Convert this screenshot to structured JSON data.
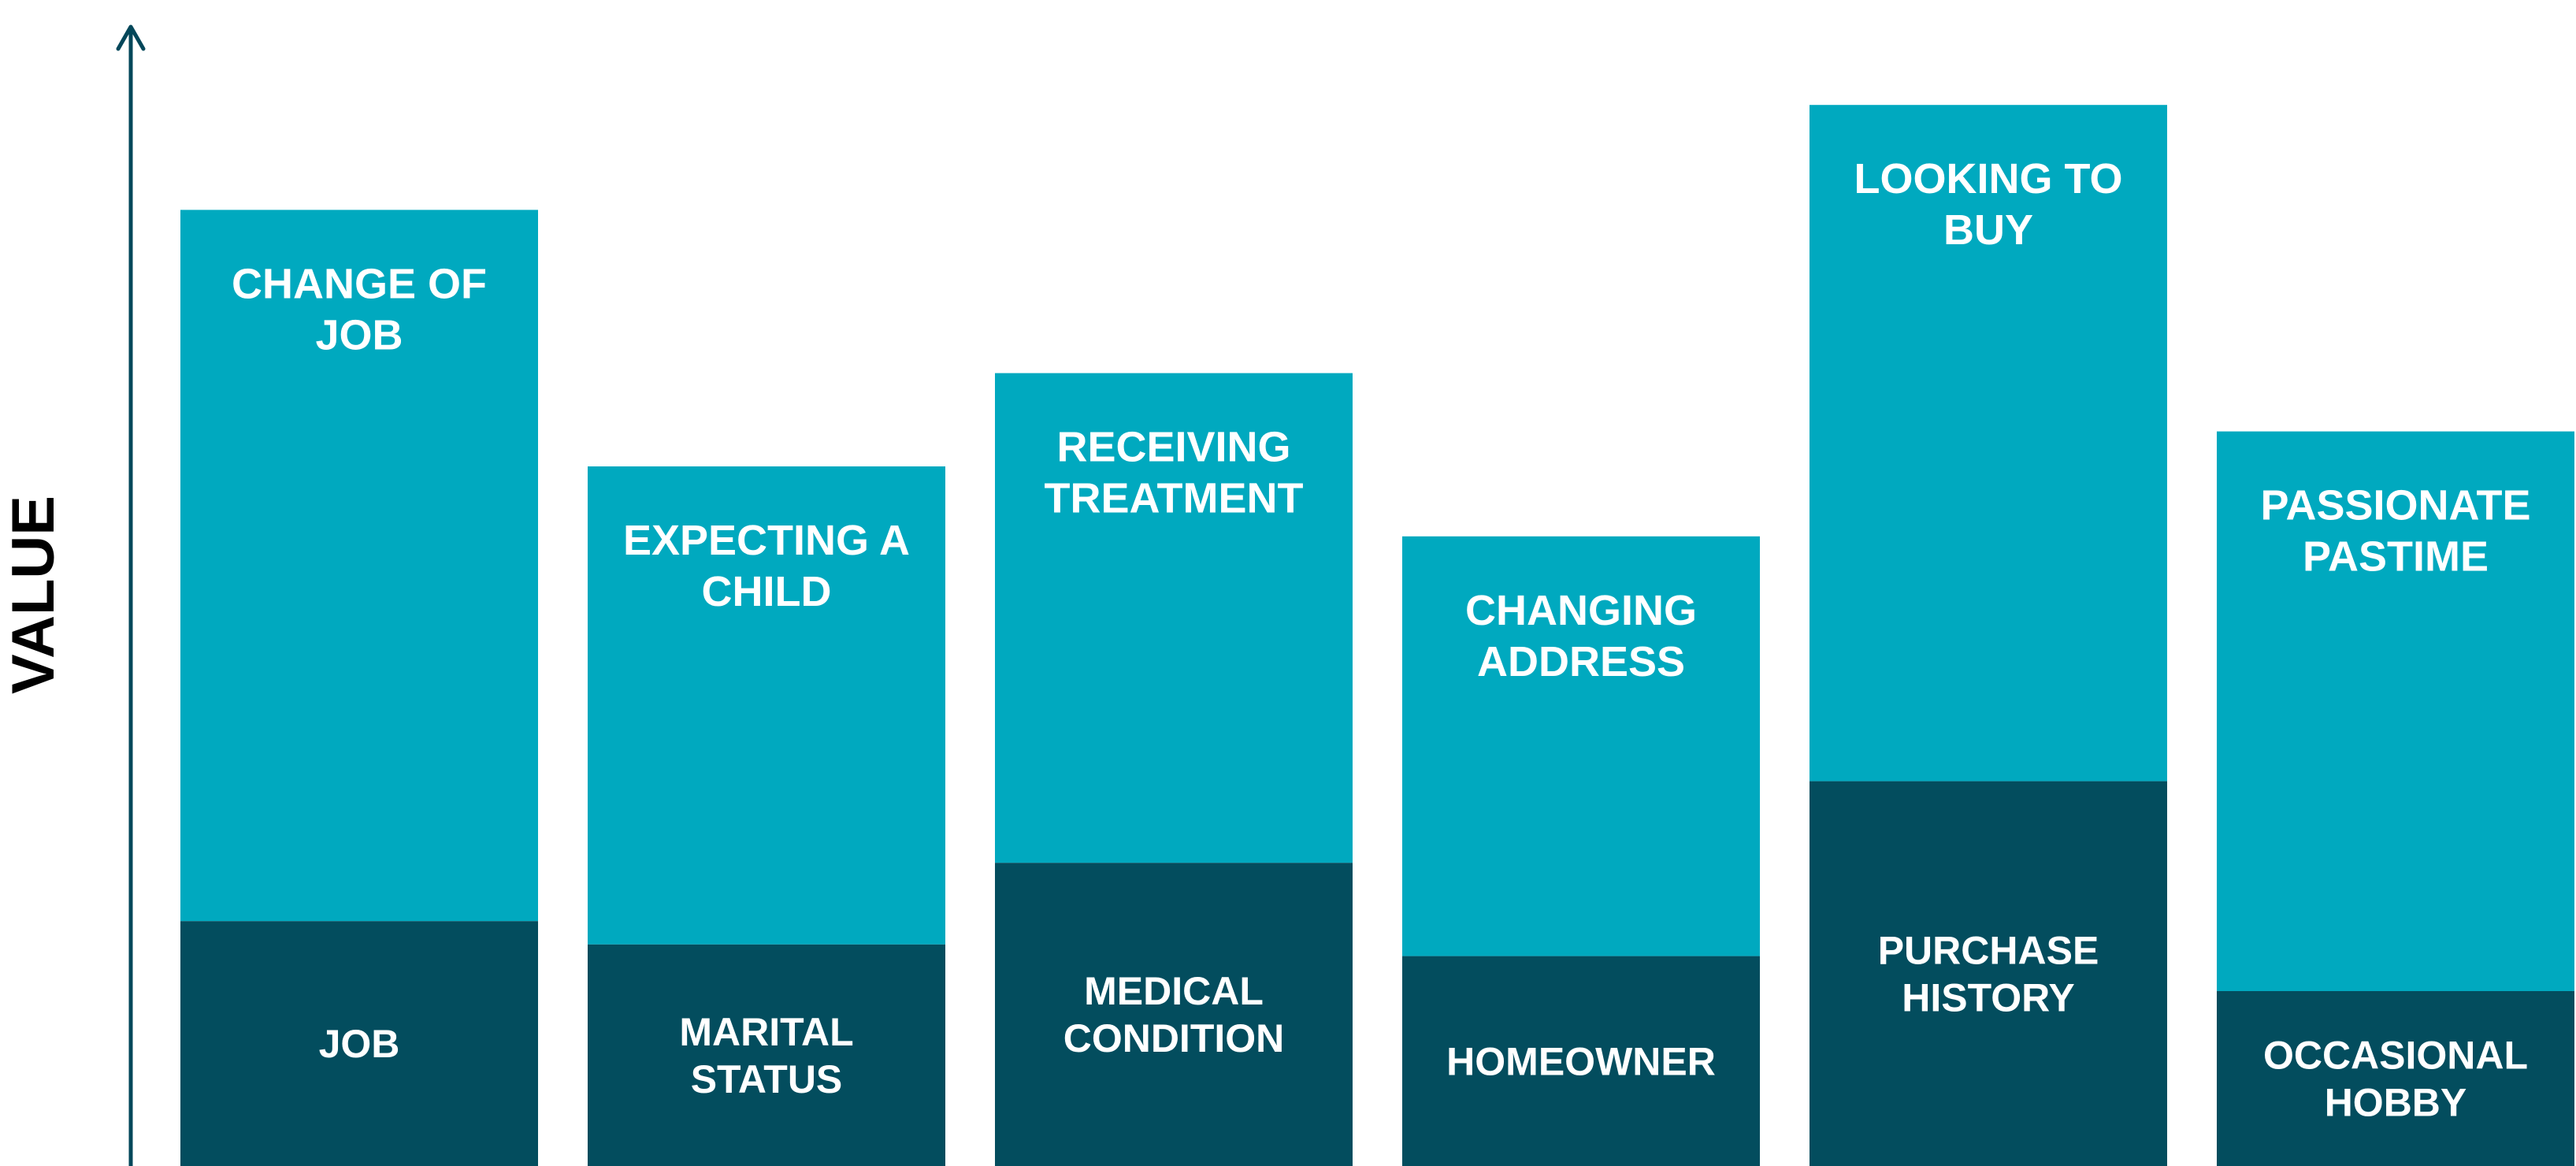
{
  "chart_data": {
    "type": "bar",
    "stacked": true,
    "ylabel": "VALUE",
    "xlabel": "",
    "title": "",
    "grid": false,
    "ylim": [
      0,
      100
    ],
    "colors": {
      "top": "#00A9BF",
      "bottom": "#034D5E",
      "axis": "#03475A"
    },
    "bars": [
      {
        "top_label": "CHANGE OF JOB",
        "bottom_label": "JOB",
        "total": 82,
        "base": 21
      },
      {
        "top_label": "EXPECTING A CHILD",
        "bottom_label": "MARITAL STATUS",
        "total": 60,
        "base": 19
      },
      {
        "top_label": "RECEIVING TREATMENT",
        "bottom_label": "MEDICAL CONDITION",
        "total": 68,
        "base": 26
      },
      {
        "top_label": "CHANGING ADDRESS",
        "bottom_label": "HOMEOWNER",
        "total": 54,
        "base": 18
      },
      {
        "top_label": "LOOKING TO BUY",
        "bottom_label": "PURCHASE HISTORY",
        "total": 91,
        "base": 33
      },
      {
        "top_label": "PASSIONATE PASTIME",
        "bottom_label": "OCCASIONAL HOBBY",
        "total": 63,
        "base": 15
      }
    ]
  }
}
